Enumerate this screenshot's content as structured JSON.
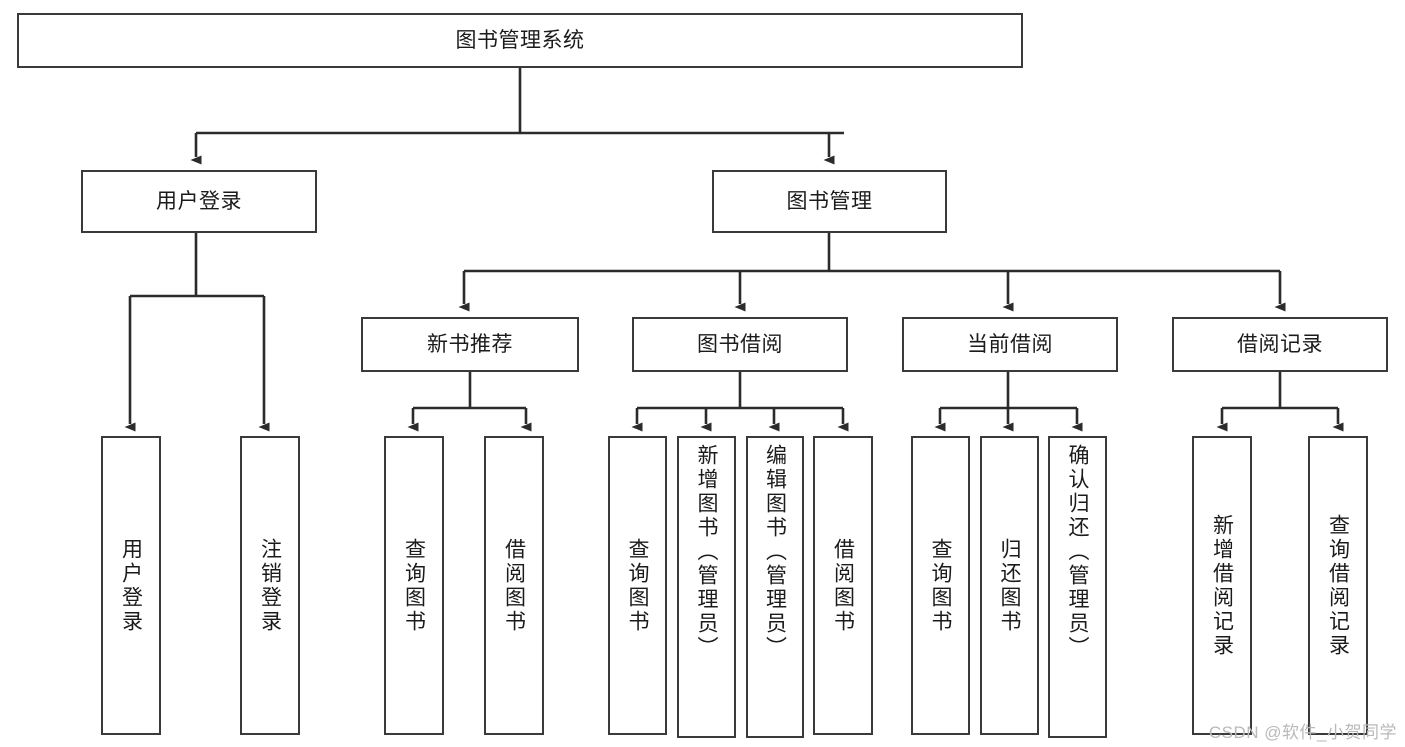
{
  "diagram": {
    "title": "图书管理系统",
    "type": "tree-hierarchy",
    "colors": {
      "box_border": "#3a3a3a",
      "box_fill": "#ffffff",
      "connector": "#2b2b2b",
      "text": "#1b1b1b",
      "watermark": "#b9b9b9",
      "background": "#ffffff"
    },
    "watermark": "CSDN @软件_小贺同学",
    "nodes": {
      "root": {
        "label": "图书管理系统"
      },
      "level2": [
        {
          "id": "user-login",
          "label": "用户登录"
        },
        {
          "id": "book-manage",
          "label": "图书管理"
        }
      ],
      "level3": [
        {
          "id": "new-book-recommend",
          "label": "新书推荐"
        },
        {
          "id": "book-borrow",
          "label": "图书借阅"
        },
        {
          "id": "current-borrow",
          "label": "当前借阅"
        },
        {
          "id": "borrow-record",
          "label": "借阅记录"
        }
      ],
      "leaves": [
        {
          "id": "leaf-user-login",
          "label": "用户登录",
          "parent": "user-login"
        },
        {
          "id": "leaf-logout",
          "label": "注销登录",
          "parent": "user-login"
        },
        {
          "id": "leaf-query-book-1",
          "label": "查询图书",
          "parent": "new-book-recommend"
        },
        {
          "id": "leaf-borrow-book-1",
          "label": "借阅图书",
          "parent": "new-book-recommend"
        },
        {
          "id": "leaf-query-book-2",
          "label": "查询图书",
          "parent": "book-borrow"
        },
        {
          "id": "leaf-add-book",
          "label": "新增图书（管理员）",
          "parent": "book-borrow"
        },
        {
          "id": "leaf-edit-book",
          "label": "编辑图书（管理员）",
          "parent": "book-borrow"
        },
        {
          "id": "leaf-borrow-book-2",
          "label": "借阅图书",
          "parent": "book-borrow"
        },
        {
          "id": "leaf-query-book-3",
          "label": "查询图书",
          "parent": "current-borrow"
        },
        {
          "id": "leaf-return-book",
          "label": "归还图书",
          "parent": "current-borrow"
        },
        {
          "id": "leaf-confirm-return",
          "label": "确认归还（管理员）",
          "parent": "current-borrow"
        },
        {
          "id": "leaf-add-record",
          "label": "新增借阅记录",
          "parent": "borrow-record"
        },
        {
          "id": "leaf-query-record",
          "label": "查询借阅记录",
          "parent": "borrow-record"
        }
      ]
    }
  }
}
